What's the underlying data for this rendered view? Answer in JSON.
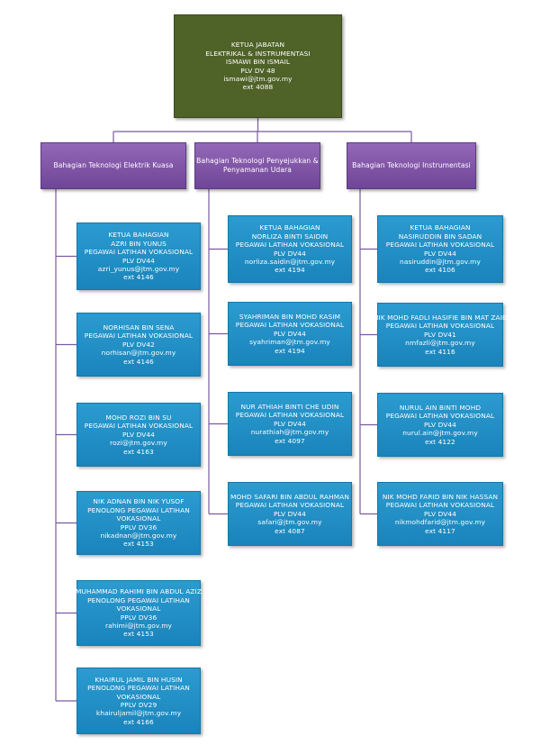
{
  "head": {
    "lines": [
      "KETUA JABATAN",
      "ELEKTRIKAL & INSTRUMENTASI",
      "ISMAWI BIN ISMAIL",
      "PLV DV 48",
      "ismawi@jtm.gov.my",
      "ext 4088"
    ]
  },
  "departments": [
    {
      "title": [
        "Bahagian Teknologi Elektrik Kuasa"
      ],
      "staff": [
        [
          "KETUA BAHAGIAN",
          "AZRI BIN YUNUS",
          "PEGAWAI LATIHAN VOKASIONAL",
          "PLV DV44",
          "azri_yunus@jtm.gov.my",
          "ext 4146"
        ],
        [
          "NORHISAN BIN SENA",
          "PEGAWAI LATIHAN VOKASIONAL",
          "PLV DV42",
          "norhisan@jtm.gov.my",
          "ext 4146"
        ],
        [
          "MOHD ROZI BIN SU",
          "PEGAWAI LATIHAN VOKASIONAL",
          "PLV DV44",
          "rozi@jtm.gov.my",
          "ext 4163"
        ],
        [
          "NIK ADNAN BIN NIK YUSOF",
          "PENOLONG PEGAWAI LATIHAN",
          "VOKASIONAL",
          "PPLV DV36",
          "nikadnan@jtm.gov.my",
          "ext 4153"
        ],
        [
          "MUHAMMAD RAHIMI BIN ABDUL AZIZ",
          "PENOLONG PEGAWAI LATIHAN",
          "VOKASIONAL",
          "PPLV DV36",
          "rahimi@jtm.gov.my",
          "ext 4153"
        ],
        [
          "KHAIRUL JAMIL BIN HUSIN",
          "PENOLONG PEGAWAI LATIHAN",
          "VOKASIONAL",
          "PPLV DV29",
          "khairuljamil@jtm.gov.my",
          "ext 4166"
        ]
      ]
    },
    {
      "title": [
        "Bahagian Teknologi Penyejukkan &",
        "Penyamanan Udara"
      ],
      "staff": [
        [
          "KETUA BAHAGIAN",
          "NORLIZA BINTI SAIDIN",
          "PEGAWAI LATIHAN VOKASIONAL",
          "PLV DV44",
          "norliza.saidin@jtm.gov.my",
          "ext 4194"
        ],
        [
          "SYAHRIMAN BIN MOHD KASIM",
          "PEGAWAI LATIHAN VOKASIONAL",
          "PLV DV44",
          "syahriman@jtm.gov.my",
          "ext 4194"
        ],
        [
          "NUR ATHIAH BINTI CHE UDIN",
          "PEGAWAI LATIHAN VOKASIONAL",
          "PLV DV44",
          "nurathiah@jtm.gov.my",
          "ext 4097"
        ],
        [
          "MOHD SAFARI BIN ABDUL RAHMAN",
          "PEGAWAI LATIHAN VOKASIONAL",
          "PLV DV44",
          "safari@jtm.gov.my",
          "ext 4087"
        ]
      ]
    },
    {
      "title": [
        "Bahagian Teknologi Instrumentasi"
      ],
      "staff": [
        [
          "KETUA BAHAGIAN",
          "NASIRUDDIN BIN SADAN",
          "PEGAWAI LATIHAN VOKASIONAL",
          "PLV DV44",
          "nasiruddin@jtm.gov.my",
          "ext 4106"
        ],
        [
          "NIK MOHD FADLI HASIFIE BIN MAT ZAIB",
          "PEGAWAI LATIHAN VOKASIONAL",
          "PLV DV41",
          "nmfazli@jtm.gov.my",
          "ext 4116"
        ],
        [
          "NURUL AIN BINTI MOHD",
          "PEGAWAI LATIHAN VOKASIONAL",
          "PLV DV44",
          "nurul.ain@jtm.gov.my",
          "ext 4122"
        ],
        [
          "NIK MOHD FARID BIN NIK HASSAN",
          "PEGAWAI LATIHAN VOKASIONAL",
          "PLV DV44",
          "nikmohdfarid@jtm.gov.my",
          "ext 4117"
        ]
      ]
    }
  ],
  "colors": {
    "head": "#4f6228",
    "department": "#7b52a3",
    "staff": "#2391c8",
    "connector": "#7a5aa0"
  }
}
